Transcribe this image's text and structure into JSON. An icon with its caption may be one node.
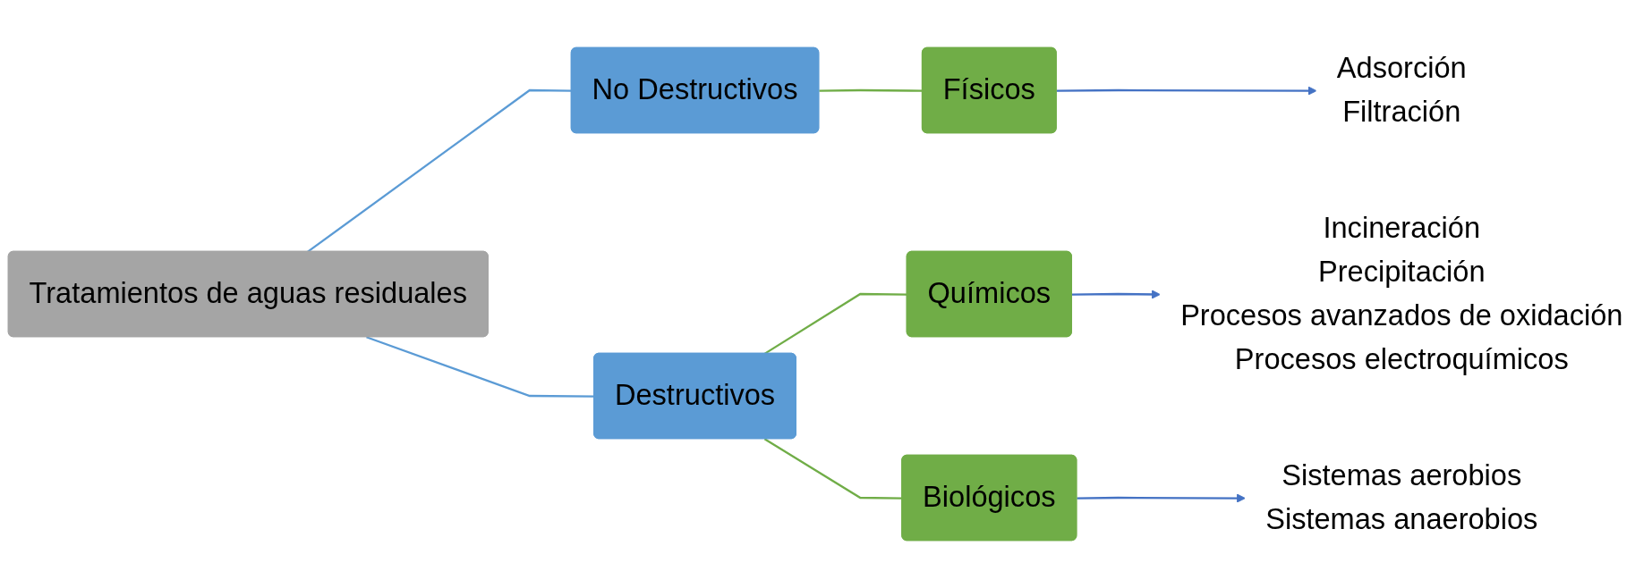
{
  "diagram": {
    "nodes": [
      {
        "text": [
          "Tratamientos de aguas residuales"
        ]
      },
      {
        "text": [
          "No Destructivos"
        ]
      },
      {
        "text": [
          "Destructivos"
        ]
      },
      {
        "text": [
          "Físicos"
        ]
      },
      {
        "text": [
          "Químicos"
        ]
      },
      {
        "text": [
          "Biológicos"
        ]
      },
      {
        "text": [
          "Adsorción",
          "Filtración"
        ]
      },
      {
        "text": [
          "Incineración",
          "Precipitación",
          "Procesos avanzados de oxidación",
          "Procesos electroquímicos"
        ]
      },
      {
        "text": [
          "Sistemas aerobios",
          "Sistemas anaerobios"
        ]
      }
    ],
    "edges": [
      {
        "from": 0,
        "to": 1,
        "arrow": "none",
        "color": "#5b9bd5"
      },
      {
        "from": 0,
        "to": 2,
        "arrow": "none",
        "color": "#5b9bd5"
      },
      {
        "from": 1,
        "to": 3,
        "arrow": "none",
        "color": "#70ad47"
      },
      {
        "from": 2,
        "to": 4,
        "arrow": "none",
        "color": "#70ad47"
      },
      {
        "from": 2,
        "to": 5,
        "arrow": "none",
        "color": "#70ad47"
      },
      {
        "from": 3,
        "to": 6,
        "arrow": "to",
        "color": "#4472c4"
      },
      {
        "from": 4,
        "to": 7,
        "arrow": "to",
        "color": "#4472c4"
      },
      {
        "from": 5,
        "to": 8,
        "arrow": "to",
        "color": "#4472c4"
      }
    ]
  }
}
